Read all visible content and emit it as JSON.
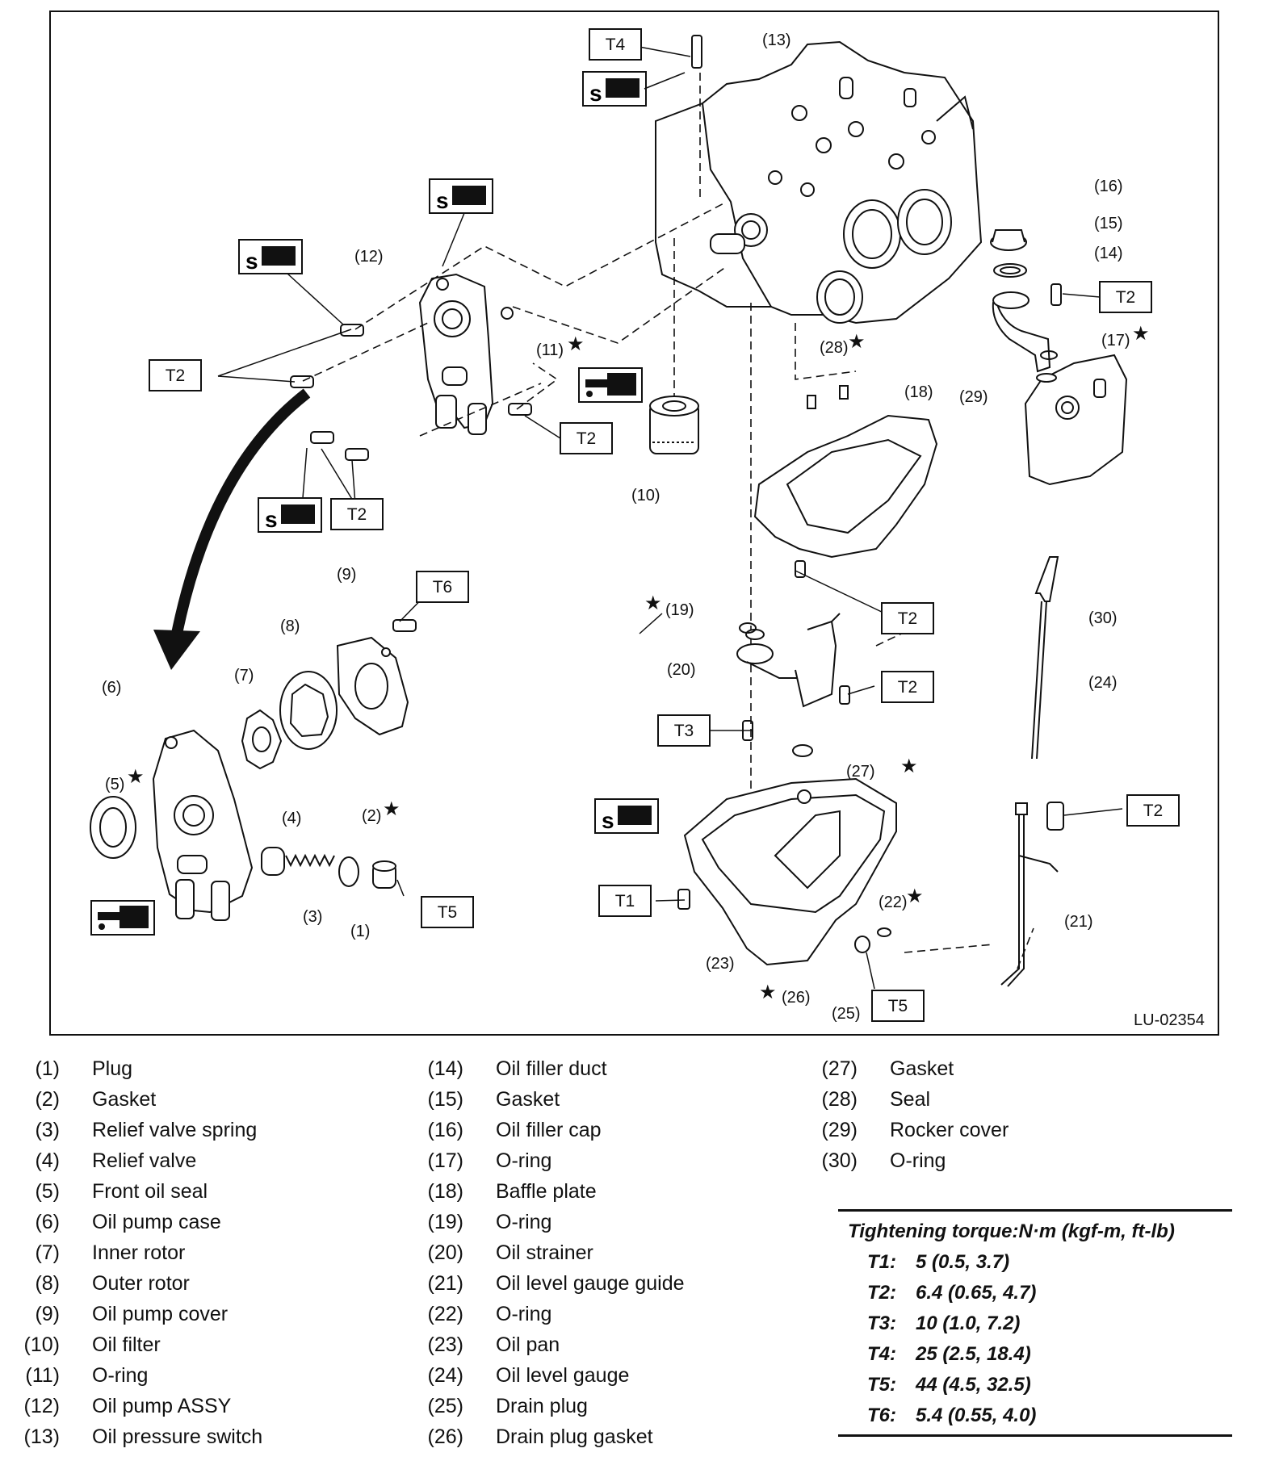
{
  "diagram": {
    "figure_id": "LU-02354",
    "callouts": [
      "(1)",
      "(2)",
      "(3)",
      "(4)",
      "(5)",
      "(6)",
      "(7)",
      "(8)",
      "(9)",
      "(10)",
      "(11)",
      "(12)",
      "(13)",
      "(14)",
      "(15)",
      "(16)",
      "(17)",
      "(18)",
      "(19)",
      "(20)",
      "(21)",
      "(22)",
      "(23)",
      "(24)",
      "(25)",
      "(26)",
      "(27)",
      "(28)",
      "(29)",
      "(30)"
    ],
    "torque_tags": {
      "t1": "T1",
      "t2": "T2",
      "t3": "T3",
      "t4": "T4",
      "t5": "T5",
      "t6": "T6"
    },
    "star_symbol": "★"
  },
  "legend": {
    "col1": [
      {
        "num": "(1)",
        "name": "Plug"
      },
      {
        "num": "(2)",
        "name": "Gasket"
      },
      {
        "num": "(3)",
        "name": "Relief valve spring"
      },
      {
        "num": "(4)",
        "name": "Relief valve"
      },
      {
        "num": "(5)",
        "name": "Front oil seal"
      },
      {
        "num": "(6)",
        "name": "Oil pump case"
      },
      {
        "num": "(7)",
        "name": "Inner rotor"
      },
      {
        "num": "(8)",
        "name": "Outer rotor"
      },
      {
        "num": "(9)",
        "name": "Oil pump cover"
      },
      {
        "num": "(10)",
        "name": "Oil filter"
      },
      {
        "num": "(11)",
        "name": "O-ring"
      },
      {
        "num": "(12)",
        "name": "Oil pump ASSY"
      },
      {
        "num": "(13)",
        "name": "Oil pressure switch"
      }
    ],
    "col2": [
      {
        "num": "(14)",
        "name": "Oil filler duct"
      },
      {
        "num": "(15)",
        "name": "Gasket"
      },
      {
        "num": "(16)",
        "name": "Oil filler cap"
      },
      {
        "num": "(17)",
        "name": "O-ring"
      },
      {
        "num": "(18)",
        "name": "Baffle plate"
      },
      {
        "num": "(19)",
        "name": "O-ring"
      },
      {
        "num": "(20)",
        "name": "Oil strainer"
      },
      {
        "num": "(21)",
        "name": "Oil level gauge guide"
      },
      {
        "num": "(22)",
        "name": "O-ring"
      },
      {
        "num": "(23)",
        "name": "Oil pan"
      },
      {
        "num": "(24)",
        "name": "Oil level gauge"
      },
      {
        "num": "(25)",
        "name": "Drain plug"
      },
      {
        "num": "(26)",
        "name": "Drain plug gasket"
      }
    ],
    "col3": [
      {
        "num": "(27)",
        "name": "Gasket"
      },
      {
        "num": "(28)",
        "name": "Seal"
      },
      {
        "num": "(29)",
        "name": "Rocker cover"
      },
      {
        "num": "(30)",
        "name": "O-ring"
      }
    ]
  },
  "torque": {
    "title": "Tightening torque:N·m (kgf-m, ft-lb)",
    "rows": [
      {
        "id": "T1:",
        "value": "5 (0.5, 3.7)"
      },
      {
        "id": "T2:",
        "value": "6.4 (0.65, 4.7)"
      },
      {
        "id": "T3:",
        "value": "10 (1.0, 7.2)"
      },
      {
        "id": "T4:",
        "value": "25 (2.5, 18.4)"
      },
      {
        "id": "T5:",
        "value": "44 (4.5, 32.5)"
      },
      {
        "id": "T6:",
        "value": "5.4 (0.55, 4.0)"
      }
    ]
  }
}
